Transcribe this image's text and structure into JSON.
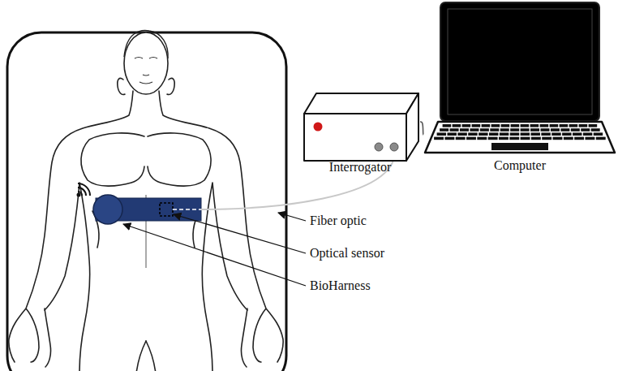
{
  "diagram": {
    "nodes": [
      {
        "text": [
          "Interrogator"
        ]
      },
      {
        "text": [
          "Computer"
        ]
      }
    ],
    "edges": [
      {
        "from": 0,
        "to": 1,
        "arrow": "none"
      }
    ],
    "labels": [
      "Fiber optic",
      "Optical sensor",
      "BioHarness"
    ]
  }
}
